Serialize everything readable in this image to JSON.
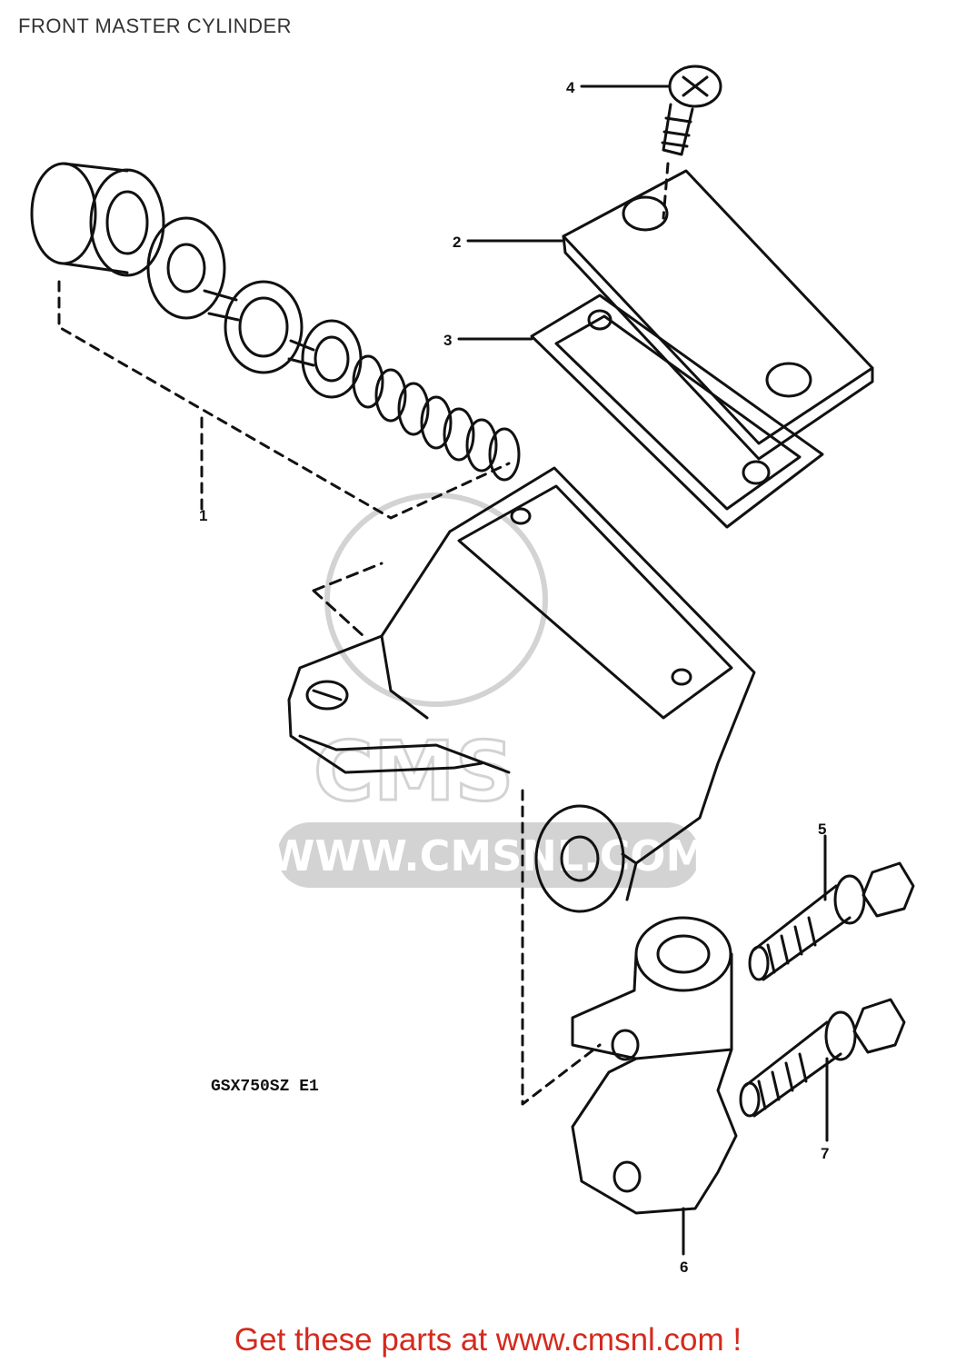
{
  "title": "FRONT MASTER CYLINDER",
  "model_code": "GSX750SZ E1",
  "parts": [
    {
      "number": "1",
      "part": "piston-cup-set"
    },
    {
      "number": "2",
      "part": "reservoir-cap"
    },
    {
      "number": "3",
      "part": "diaphragm"
    },
    {
      "number": "4",
      "part": "cap-screw"
    },
    {
      "number": "5",
      "part": "upper-bolt"
    },
    {
      "number": "6",
      "part": "holder"
    },
    {
      "number": "7",
      "part": "lower-bolt"
    }
  ],
  "watermark": {
    "logo": "CMS",
    "url": "WWW.CMSNL.COM"
  },
  "footer": {
    "link_text": "Get these parts at www.cmsnl.com !"
  },
  "colors": {
    "footer_red": "#d42a1e",
    "line": "#111111",
    "watermark": "#d3d3d3"
  }
}
